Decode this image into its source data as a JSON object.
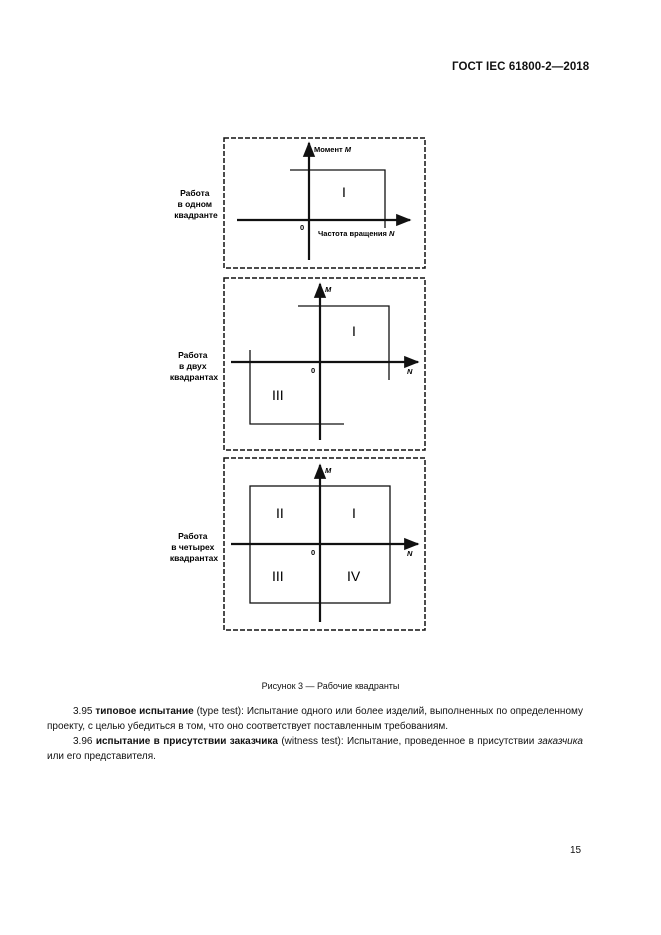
{
  "header": {
    "doc_id": "ГОСТ IEC 61800-2—2018"
  },
  "figure": {
    "caption": "Рисунок 3 — Рабочие квадранты",
    "panels": [
      {
        "label_lines": [
          "Работа",
          "в одном",
          "квадранте"
        ],
        "y_axis_label": "Момент",
        "y_axis_symbol": "M",
        "x_axis_label": "Частота вращения",
        "x_axis_symbol": "N",
        "origin": "0",
        "quadrants": [
          "I"
        ]
      },
      {
        "label_lines": [
          "Работа",
          "в двух",
          "квадрантах"
        ],
        "y_axis_symbol": "M",
        "x_axis_symbol": "N",
        "origin": "0",
        "quadrants": [
          "I",
          "III"
        ]
      },
      {
        "label_lines": [
          "Работа",
          "в четырех",
          "квадрантах"
        ],
        "y_axis_symbol": "M",
        "x_axis_symbol": "N",
        "origin": "0",
        "quadrants": [
          "II",
          "I",
          "III",
          "IV"
        ]
      }
    ]
  },
  "paragraphs": [
    {
      "number": "3.95",
      "term": "типовое испытание",
      "term_en": "(type test)",
      "text": ": Испытание одного или более изделий, выполненных по определенному проекту, с целью убедиться в том, что оно соответствует поставленным требованиям."
    },
    {
      "number": "3.96",
      "term": "испытание в присутствии заказчика",
      "term_en": "(witness test)",
      "text": ": Испытание, проведенное в присутствии ",
      "italic": "заказчика",
      "text_end": " или его представителя."
    }
  ],
  "page_number": "15"
}
